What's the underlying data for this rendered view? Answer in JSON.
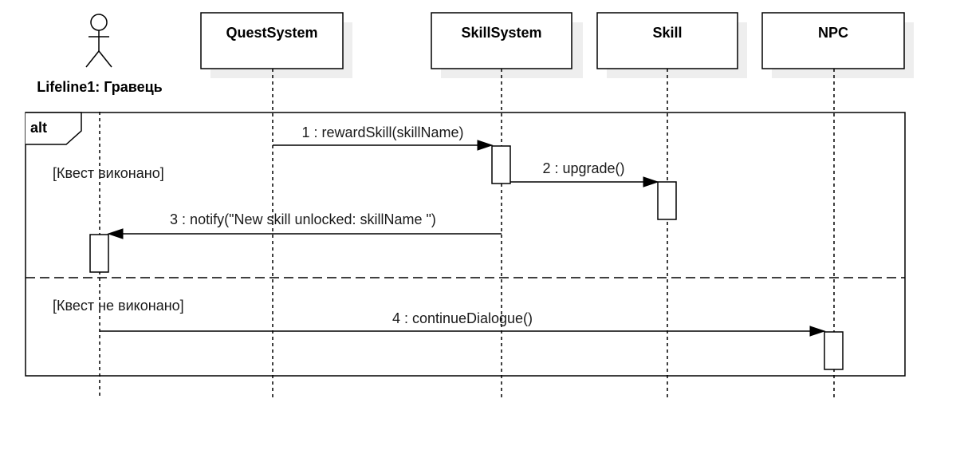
{
  "actor": {
    "label": "Lifeline1: Гравець",
    "icon": "stick-figure-actor-icon"
  },
  "participants": [
    {
      "id": "quest",
      "label": "QuestSystem"
    },
    {
      "id": "skillsys",
      "label": "SkillSystem"
    },
    {
      "id": "skill",
      "label": "Skill"
    },
    {
      "id": "npc",
      "label": "NPC"
    }
  ],
  "fragment": {
    "operator": "alt",
    "guards": [
      "[Квест виконано]",
      "[Квест не виконано]"
    ]
  },
  "messages": [
    {
      "label": "1 : rewardSkill(skillName)"
    },
    {
      "label": "2 : upgrade()"
    },
    {
      "label": "3 : notify(\"New skill unlocked: skillName \")"
    },
    {
      "label": "4 : continueDialogue()"
    }
  ]
}
